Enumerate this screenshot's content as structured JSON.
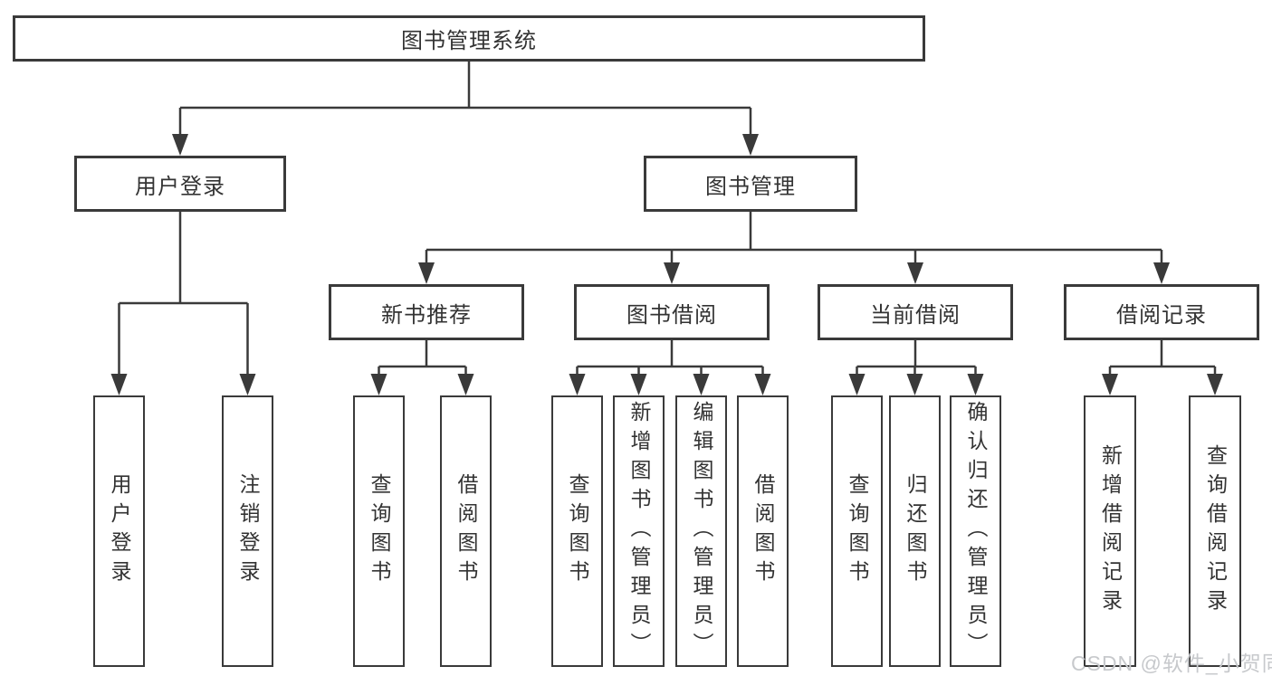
{
  "tree": {
    "root": {
      "label": "图书管理系统"
    },
    "branches": [
      {
        "label": "用户登录",
        "leaves": [
          "用户登录",
          "注销登录"
        ],
        "children": []
      },
      {
        "label": "图书管理",
        "leaves": [],
        "children": [
          {
            "label": "新书推荐",
            "leaves": [
              "查询图书",
              "借阅图书"
            ]
          },
          {
            "label": "图书借阅",
            "leaves": [
              "查询图书",
              "新增图书（管理员）",
              "编辑图书（管理员）",
              "借阅图书"
            ]
          },
          {
            "label": "当前借阅",
            "leaves": [
              "查询图书",
              "归还图书",
              "确认归还（管理员）"
            ]
          },
          {
            "label": "借阅记录",
            "leaves": [
              "新增借阅记录",
              "查询借阅记录"
            ]
          }
        ]
      }
    ]
  },
  "watermark": {
    "text": "CSDN @软件_小贺同学"
  },
  "colors": {
    "line": "#3a3a3a",
    "text": "#333333",
    "box_background": "#ffffff",
    "watermark": "#c7c9cc",
    "page_background": "#ffffff"
  }
}
